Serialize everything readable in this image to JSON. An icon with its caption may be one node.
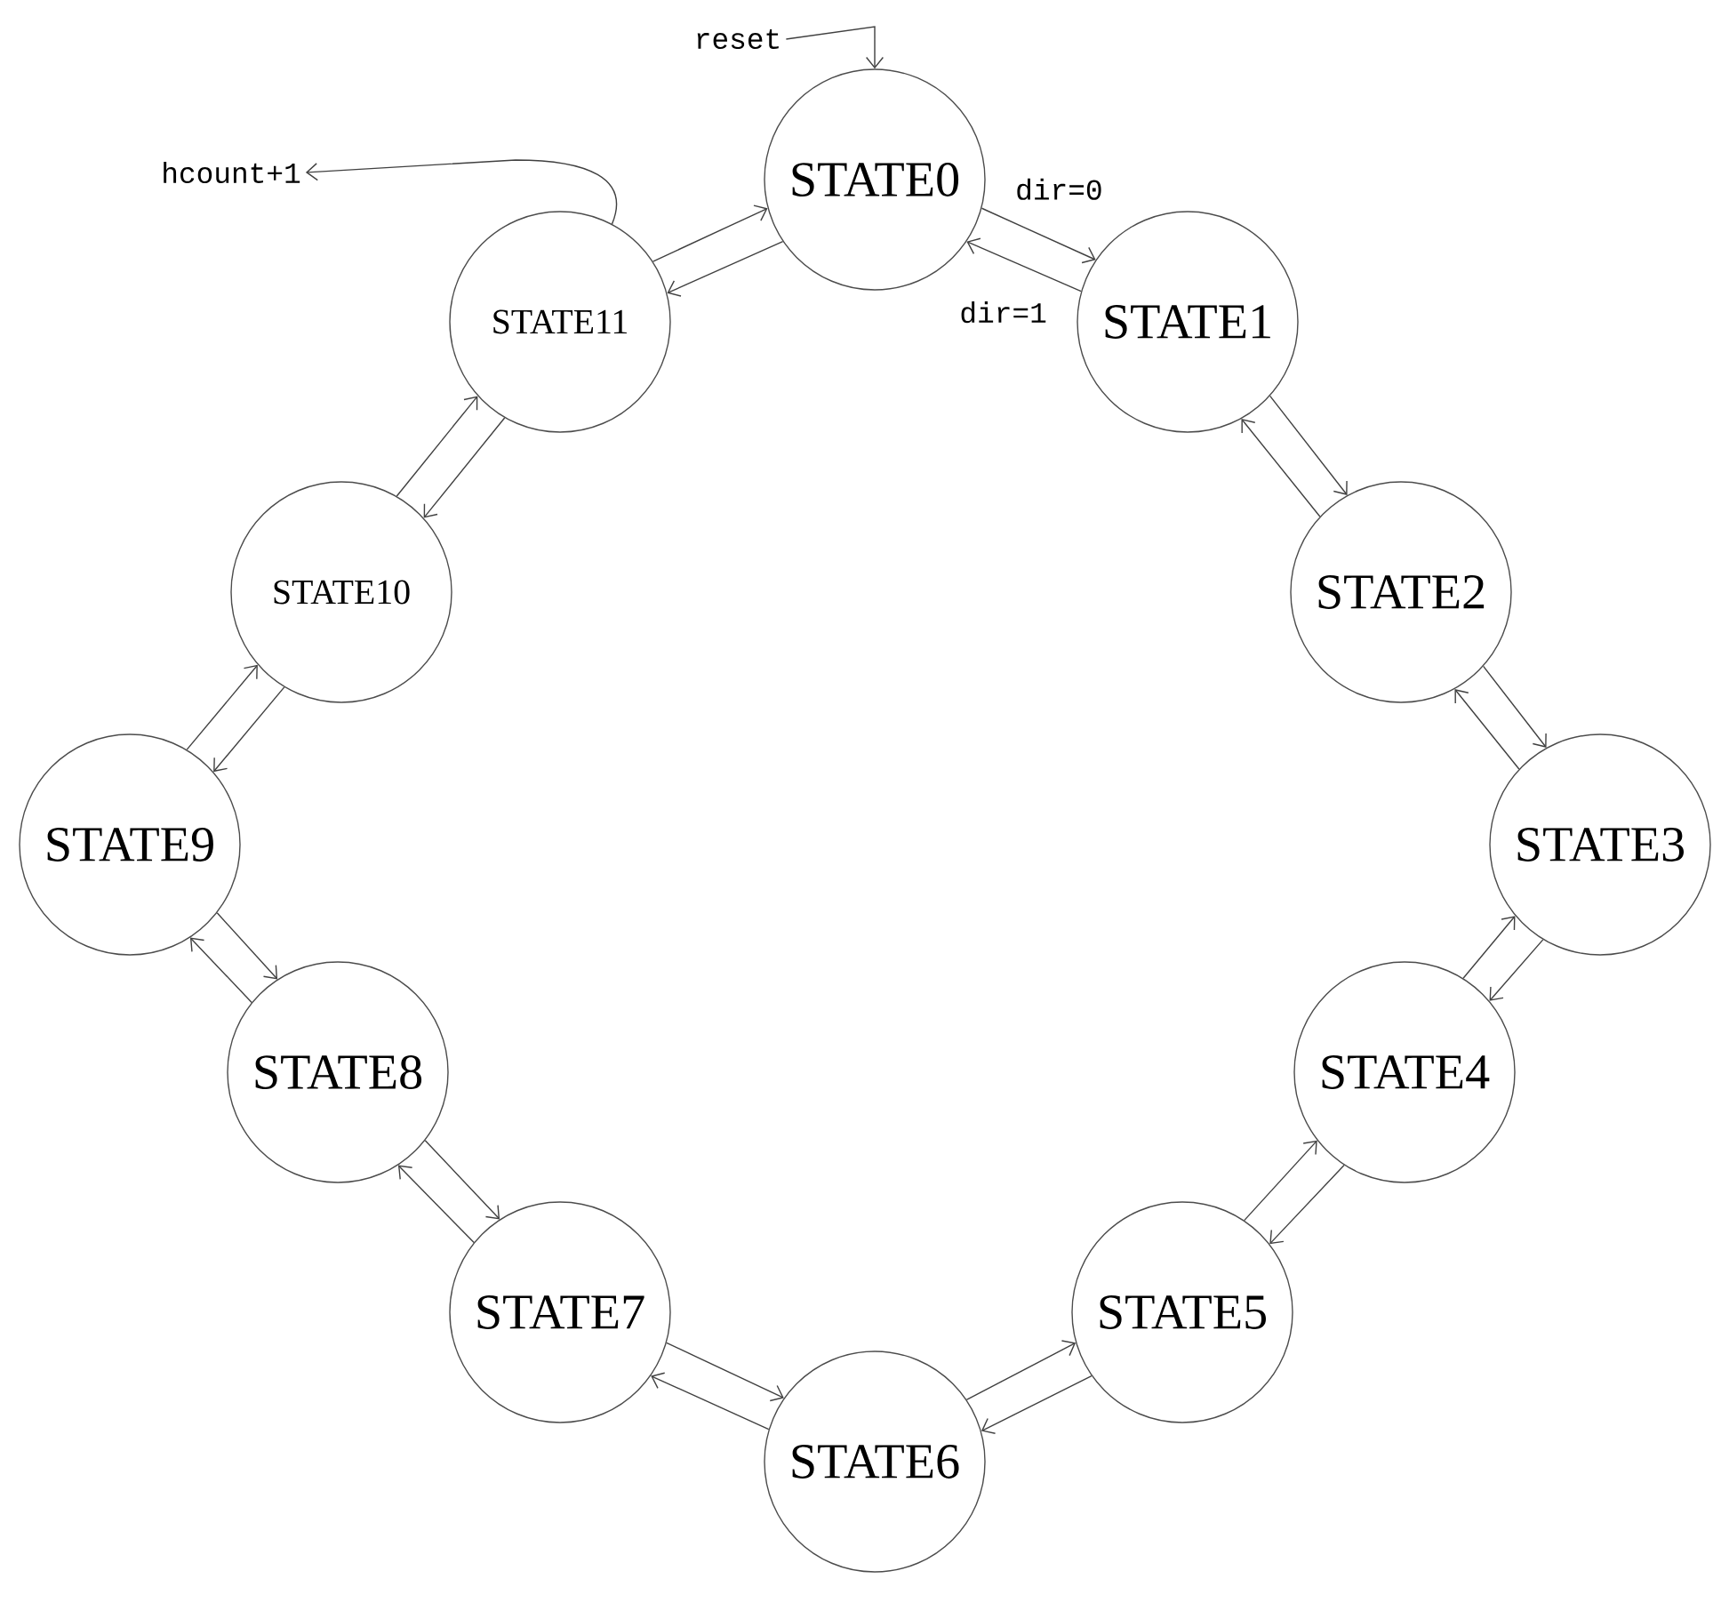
{
  "diagram": {
    "nodes": [
      {
        "text": [
          "reset"
        ]
      },
      {
        "text": [
          "hcount+1"
        ]
      },
      {
        "text": [
          "STATE0"
        ]
      },
      {
        "text": [
          "STATE1"
        ]
      },
      {
        "text": [
          "STATE2"
        ]
      },
      {
        "text": [
          "STATE3"
        ]
      },
      {
        "text": [
          "STATE4"
        ]
      },
      {
        "text": [
          "STATE5"
        ]
      },
      {
        "text": [
          "STATE6"
        ]
      },
      {
        "text": [
          "STATE7"
        ]
      },
      {
        "text": [
          "STATE8"
        ]
      },
      {
        "text": [
          "STATE9"
        ]
      },
      {
        "text": [
          "STATE10"
        ]
      },
      {
        "text": [
          "STATE11"
        ]
      }
    ],
    "edges": [
      {
        "from": 0,
        "to": 2,
        "arrow": "to"
      },
      {
        "from": 13,
        "to": 1,
        "arrow": "to"
      },
      {
        "from": 2,
        "to": 3,
        "arrow": "to",
        "label": "dir=0"
      },
      {
        "from": 3,
        "to": 2,
        "arrow": "to",
        "label": "dir=1"
      },
      {
        "from": 3,
        "to": 4,
        "arrow": "to"
      },
      {
        "from": 4,
        "to": 3,
        "arrow": "to"
      },
      {
        "from": 4,
        "to": 5,
        "arrow": "to"
      },
      {
        "from": 5,
        "to": 4,
        "arrow": "to"
      },
      {
        "from": 5,
        "to": 6,
        "arrow": "to"
      },
      {
        "from": 6,
        "to": 5,
        "arrow": "to"
      },
      {
        "from": 6,
        "to": 7,
        "arrow": "to"
      },
      {
        "from": 7,
        "to": 6,
        "arrow": "to"
      },
      {
        "from": 7,
        "to": 8,
        "arrow": "to"
      },
      {
        "from": 8,
        "to": 7,
        "arrow": "to"
      },
      {
        "from": 8,
        "to": 9,
        "arrow": "to"
      },
      {
        "from": 9,
        "to": 8,
        "arrow": "to"
      },
      {
        "from": 9,
        "to": 10,
        "arrow": "to"
      },
      {
        "from": 10,
        "to": 9,
        "arrow": "to"
      },
      {
        "from": 10,
        "to": 11,
        "arrow": "to"
      },
      {
        "from": 11,
        "to": 10,
        "arrow": "to"
      },
      {
        "from": 11,
        "to": 12,
        "arrow": "to"
      },
      {
        "from": 12,
        "to": 11,
        "arrow": "to"
      },
      {
        "from": 12,
        "to": 13,
        "arrow": "to"
      },
      {
        "from": 13,
        "to": 12,
        "arrow": "to"
      },
      {
        "from": 13,
        "to": 2,
        "arrow": "to"
      },
      {
        "from": 2,
        "to": 13,
        "arrow": "to"
      }
    ]
  }
}
